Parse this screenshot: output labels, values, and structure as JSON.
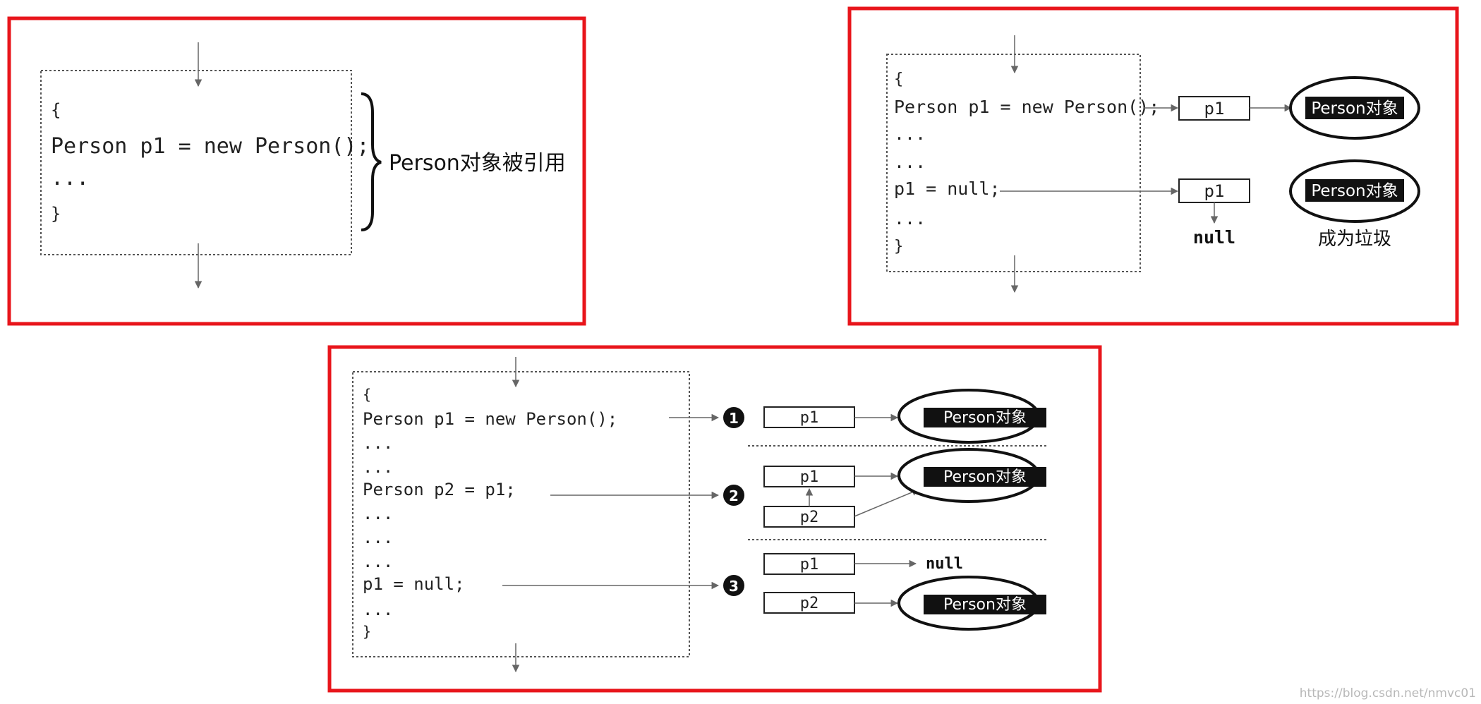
{
  "colors": {
    "frame": "#e8151b",
    "ink": "#111111",
    "arrow": "#666666"
  },
  "panel1": {
    "code": [
      "{",
      "Person p1 = new Person();",
      "...",
      "}"
    ],
    "label": "Person对象被引用"
  },
  "panel2": {
    "code": [
      "{",
      "Person p1 = new Person();",
      "...",
      "...",
      "p1 = null;",
      "...",
      "}"
    ],
    "ref1": "p1",
    "obj1": "Person对象",
    "ref2": "p1",
    "null_label": "null",
    "obj2": "Person对象",
    "garbage_label": "成为垃圾"
  },
  "panel3": {
    "code": [
      "{",
      "Person p1 = new Person();",
      "...",
      "...",
      "Person p2 = p1;",
      "...",
      "...",
      "...",
      "p1  = null;",
      "...",
      "}"
    ],
    "steps": [
      "1",
      "2",
      "3"
    ],
    "s1": {
      "ref": "p1",
      "obj": "Person对象"
    },
    "s2": {
      "ref1": "p1",
      "ref2": "p2",
      "obj": "Person对象"
    },
    "s3": {
      "ref1": "p1",
      "null_label": "null",
      "ref2": "p2",
      "obj": "Person对象"
    }
  },
  "watermark": "https://blog.csdn.net/nmvc01"
}
